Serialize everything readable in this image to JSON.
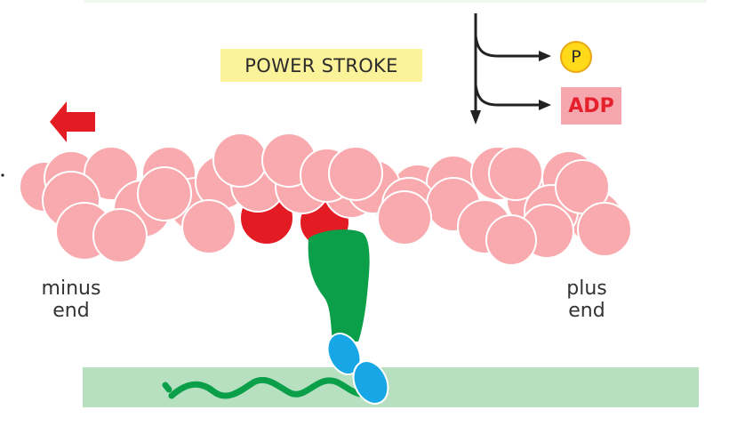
{
  "diagram": {
    "title_label": "POWER STROKE",
    "products": {
      "phosphate": "P",
      "adp": "ADP"
    },
    "filament_ends": {
      "minus": "minus\nend",
      "plus": "plus\nend"
    },
    "movement_direction": "left (toward minus end)",
    "components": [
      "actin filament",
      "myosin head",
      "myosin neck (light chains)",
      "thick filament"
    ]
  },
  "colors": {
    "actin": "#f9aaae",
    "actin_bound": "#e31b23",
    "myosin_head": "#0a9f48",
    "light_chain": "#17a7e6",
    "thick_filament": "#b6e0c0",
    "label_bg": "#fbf29a",
    "phosphate": "#ffd91a",
    "adp_bg": "#f6a6ad",
    "adp_text": "#e61f2c",
    "arrow": "#e31b23",
    "pathway": "#222222"
  }
}
